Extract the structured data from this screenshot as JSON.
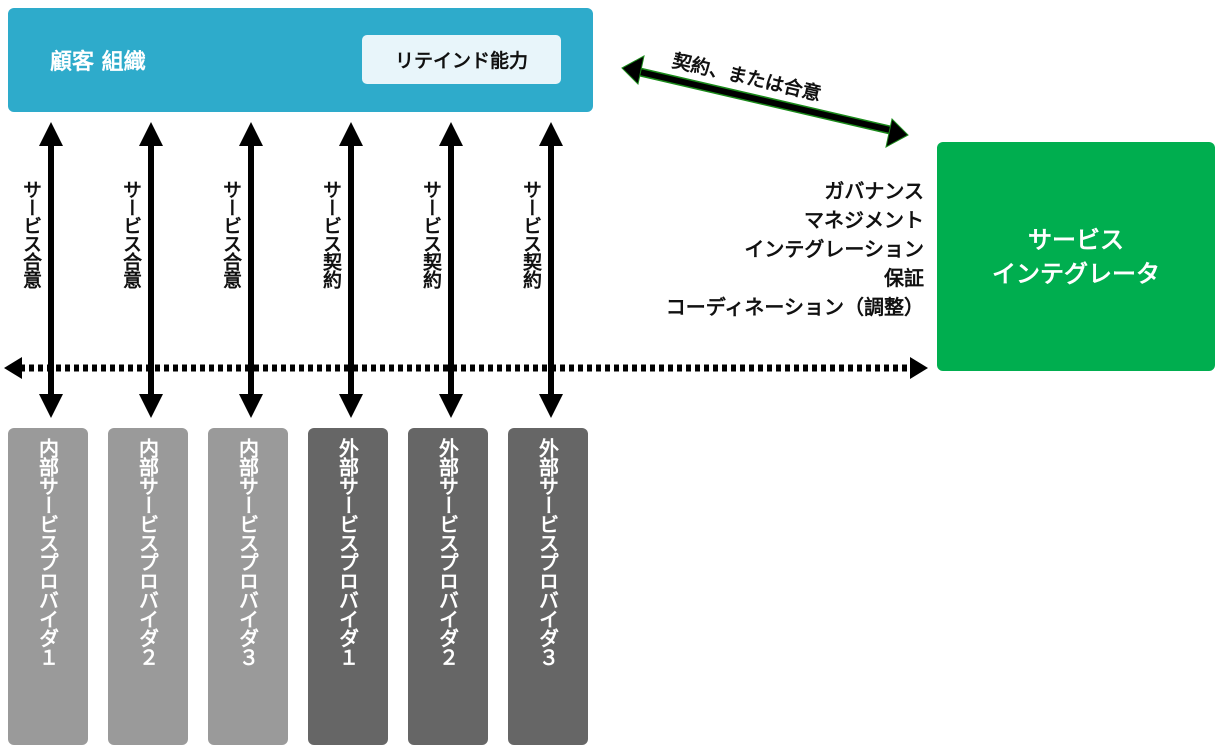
{
  "customer": {
    "title": "顧客 組織",
    "retained_capability": "リテインド能力",
    "color": "#2eabcb"
  },
  "integrator": {
    "line1": "サービス",
    "line2": "インテグレータ",
    "color": "#00ae4f"
  },
  "contract_arrow_label": "契約、または合意",
  "functions": [
    "ガバナンス",
    "マネジメント",
    "インテグレーション",
    "保証",
    "コーディネーション（調整）"
  ],
  "links": [
    {
      "label": "サービス合意"
    },
    {
      "label": "サービス合意"
    },
    {
      "label": "サービス合意"
    },
    {
      "label": "サービス契約"
    },
    {
      "label": "サービス契約"
    },
    {
      "label": "サービス契約"
    }
  ],
  "providers": [
    {
      "label": "内部サービスプロバイダ１",
      "type": "internal"
    },
    {
      "label": "内部サービスプロバイダ２",
      "type": "internal"
    },
    {
      "label": "内部サービスプロバイダ３",
      "type": "internal"
    },
    {
      "label": "外部サービスプロバイダ１",
      "type": "external"
    },
    {
      "label": "外部サービスプロバイダ２",
      "type": "external"
    },
    {
      "label": "外部サービスプロバイダ３",
      "type": "external"
    }
  ],
  "colors": {
    "internal": "#9a9a9a",
    "external": "#666666"
  }
}
